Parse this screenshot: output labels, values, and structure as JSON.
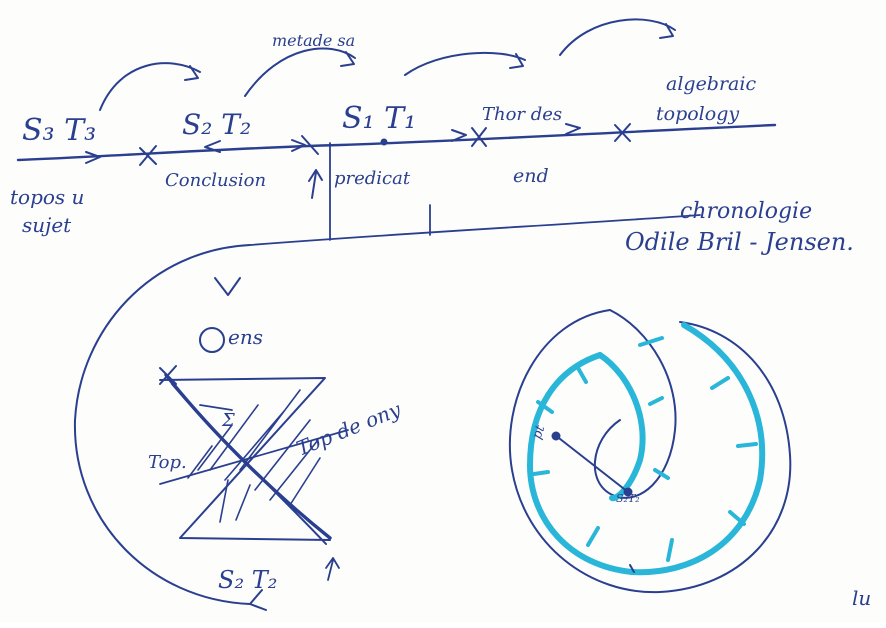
{
  "ink_colors": {
    "pen": "#2a3f8f",
    "cyan": "#29b6d9",
    "paper": "#fdfdfc"
  },
  "timeline": {
    "labels": {
      "s3t3": "S₃ T₃",
      "s2t2": "S₂ T₂",
      "s1t1": "S₁ T₁",
      "thordes": "Thor des",
      "algebraic": "algebraic",
      "topology": "topology"
    },
    "under": {
      "topos_line1": "topos u",
      "topos_line2": "sujet",
      "conclusion": "Conclusion",
      "predicat": "predicat",
      "end": "end"
    },
    "arc_label": "metade sa"
  },
  "side_note": {
    "line1": "chronologie",
    "line2": "Odile Bril - Jensen."
  },
  "diagram_left": {
    "ens": "ens",
    "top_dot": "Top.",
    "top_de_ony": "Top de ony",
    "sigma": "Σ",
    "bottom": "S₂ T₂"
  },
  "diagram_right": {
    "pt_label": "pt",
    "center_label": "S₂T₂"
  },
  "page_mark": "lu"
}
